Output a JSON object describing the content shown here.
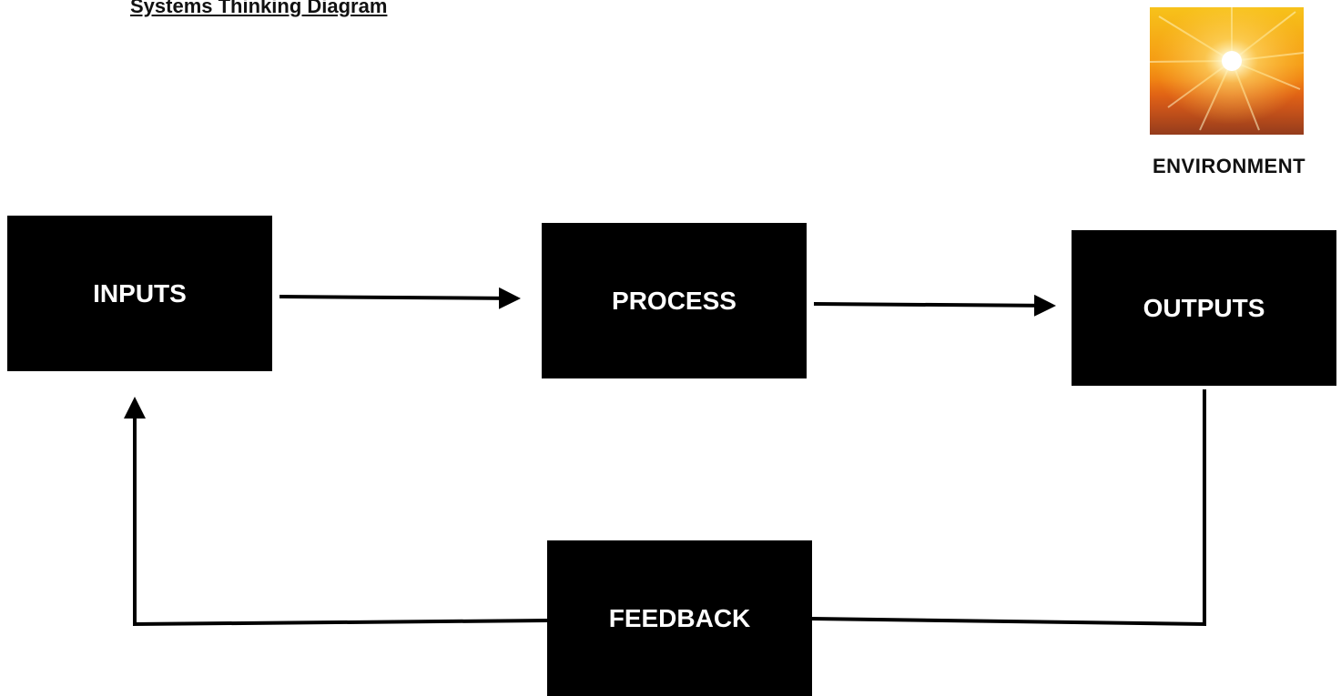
{
  "title": "Systems Thinking Diagram",
  "environment": {
    "label": "ENVIRONMENT",
    "image_icon": "sun-sky-image"
  },
  "boxes": {
    "inputs": "INPUTS",
    "process": "PROCESS",
    "outputs": "OUTPUTS",
    "feedback": "FEEDBACK"
  },
  "colors": {
    "box_fill": "#000000",
    "box_text": "#ffffff",
    "connector": "#000000"
  }
}
